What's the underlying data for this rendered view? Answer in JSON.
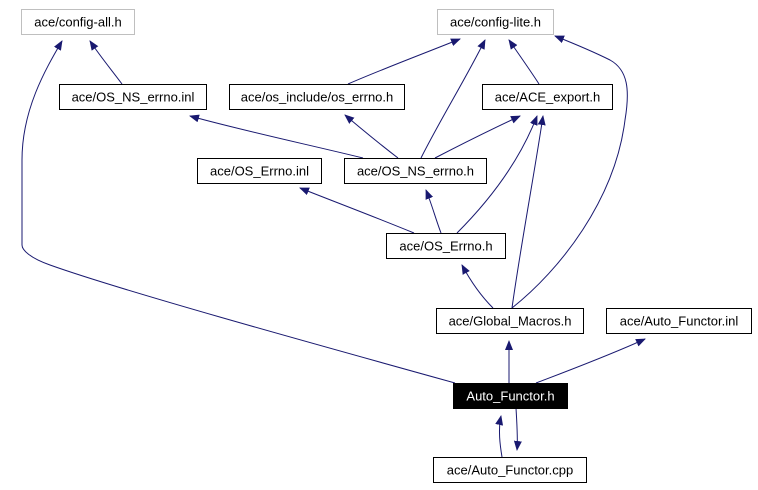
{
  "diagram": {
    "type": "include-dependency-graph",
    "edge_color": "#191970",
    "current_node_fill": "#000000",
    "external_node_border": "#bfbfbf",
    "node_border": "#000000",
    "nodes": [
      {
        "id": "config_all",
        "label": "ace/config-all.h",
        "style": "external"
      },
      {
        "id": "config_lite",
        "label": "ace/config-lite.h",
        "style": "external"
      },
      {
        "id": "os_ns_errno_inl",
        "label": "ace/OS_NS_errno.inl",
        "style": "normal"
      },
      {
        "id": "os_include_errno",
        "label": "ace/os_include/os_errno.h",
        "style": "normal"
      },
      {
        "id": "ace_export",
        "label": "ace/ACE_export.h",
        "style": "normal"
      },
      {
        "id": "os_errno_inl",
        "label": "ace/OS_Errno.inl",
        "style": "normal"
      },
      {
        "id": "os_ns_errno_h",
        "label": "ace/OS_NS_errno.h",
        "style": "normal"
      },
      {
        "id": "os_errno_h",
        "label": "ace/OS_Errno.h",
        "style": "normal"
      },
      {
        "id": "global_macros",
        "label": "ace/Global_Macros.h",
        "style": "normal"
      },
      {
        "id": "auto_functor_inl",
        "label": "ace/Auto_Functor.inl",
        "style": "normal"
      },
      {
        "id": "auto_functor_h",
        "label": "Auto_Functor.h",
        "style": "current"
      },
      {
        "id": "auto_functor_cpp",
        "label": "ace/Auto_Functor.cpp",
        "style": "normal"
      }
    ],
    "edges": [
      {
        "from": "os_ns_errno_inl",
        "to": "config_all"
      },
      {
        "from": "auto_functor_h",
        "to": "config_all"
      },
      {
        "from": "os_include_errno",
        "to": "config_lite"
      },
      {
        "from": "os_ns_errno_h",
        "to": "config_lite"
      },
      {
        "from": "ace_export",
        "to": "config_lite"
      },
      {
        "from": "global_macros",
        "to": "config_lite"
      },
      {
        "from": "os_ns_errno_h",
        "to": "os_ns_errno_inl"
      },
      {
        "from": "os_ns_errno_h",
        "to": "os_include_errno"
      },
      {
        "from": "os_ns_errno_h",
        "to": "ace_export"
      },
      {
        "from": "os_errno_h",
        "to": "ace_export"
      },
      {
        "from": "global_macros",
        "to": "ace_export"
      },
      {
        "from": "os_errno_h",
        "to": "os_errno_inl"
      },
      {
        "from": "os_errno_h",
        "to": "os_ns_errno_h"
      },
      {
        "from": "global_macros",
        "to": "os_errno_h"
      },
      {
        "from": "auto_functor_h",
        "to": "global_macros"
      },
      {
        "from": "auto_functor_h",
        "to": "auto_functor_inl"
      },
      {
        "from": "auto_functor_cpp",
        "to": "auto_functor_h"
      },
      {
        "from": "auto_functor_h",
        "to": "auto_functor_cpp"
      }
    ]
  }
}
